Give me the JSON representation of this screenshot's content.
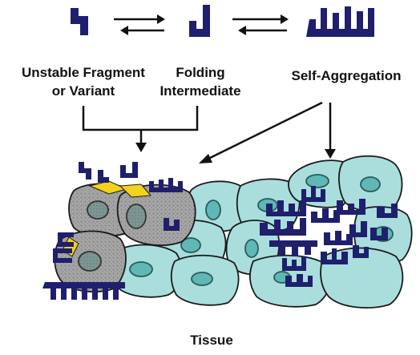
{
  "labels": {
    "unstable_line1": "Unstable Fragment",
    "unstable_line2": "or Variant",
    "folding_line1": "Folding",
    "folding_line2": "Intermediate",
    "self_aggregation": "Self-Aggregation",
    "tissue": "Tissue"
  },
  "colors": {
    "protein": "#1f1f6e",
    "cell_gray": "#9a9a9a",
    "nucleus_gray": "#6f8a87",
    "cell_cyan": "#a9dedd",
    "nucleus_cyan": "#5fb7b6",
    "highlight": "#f2d21a",
    "outline": "#1a1a1a"
  }
}
